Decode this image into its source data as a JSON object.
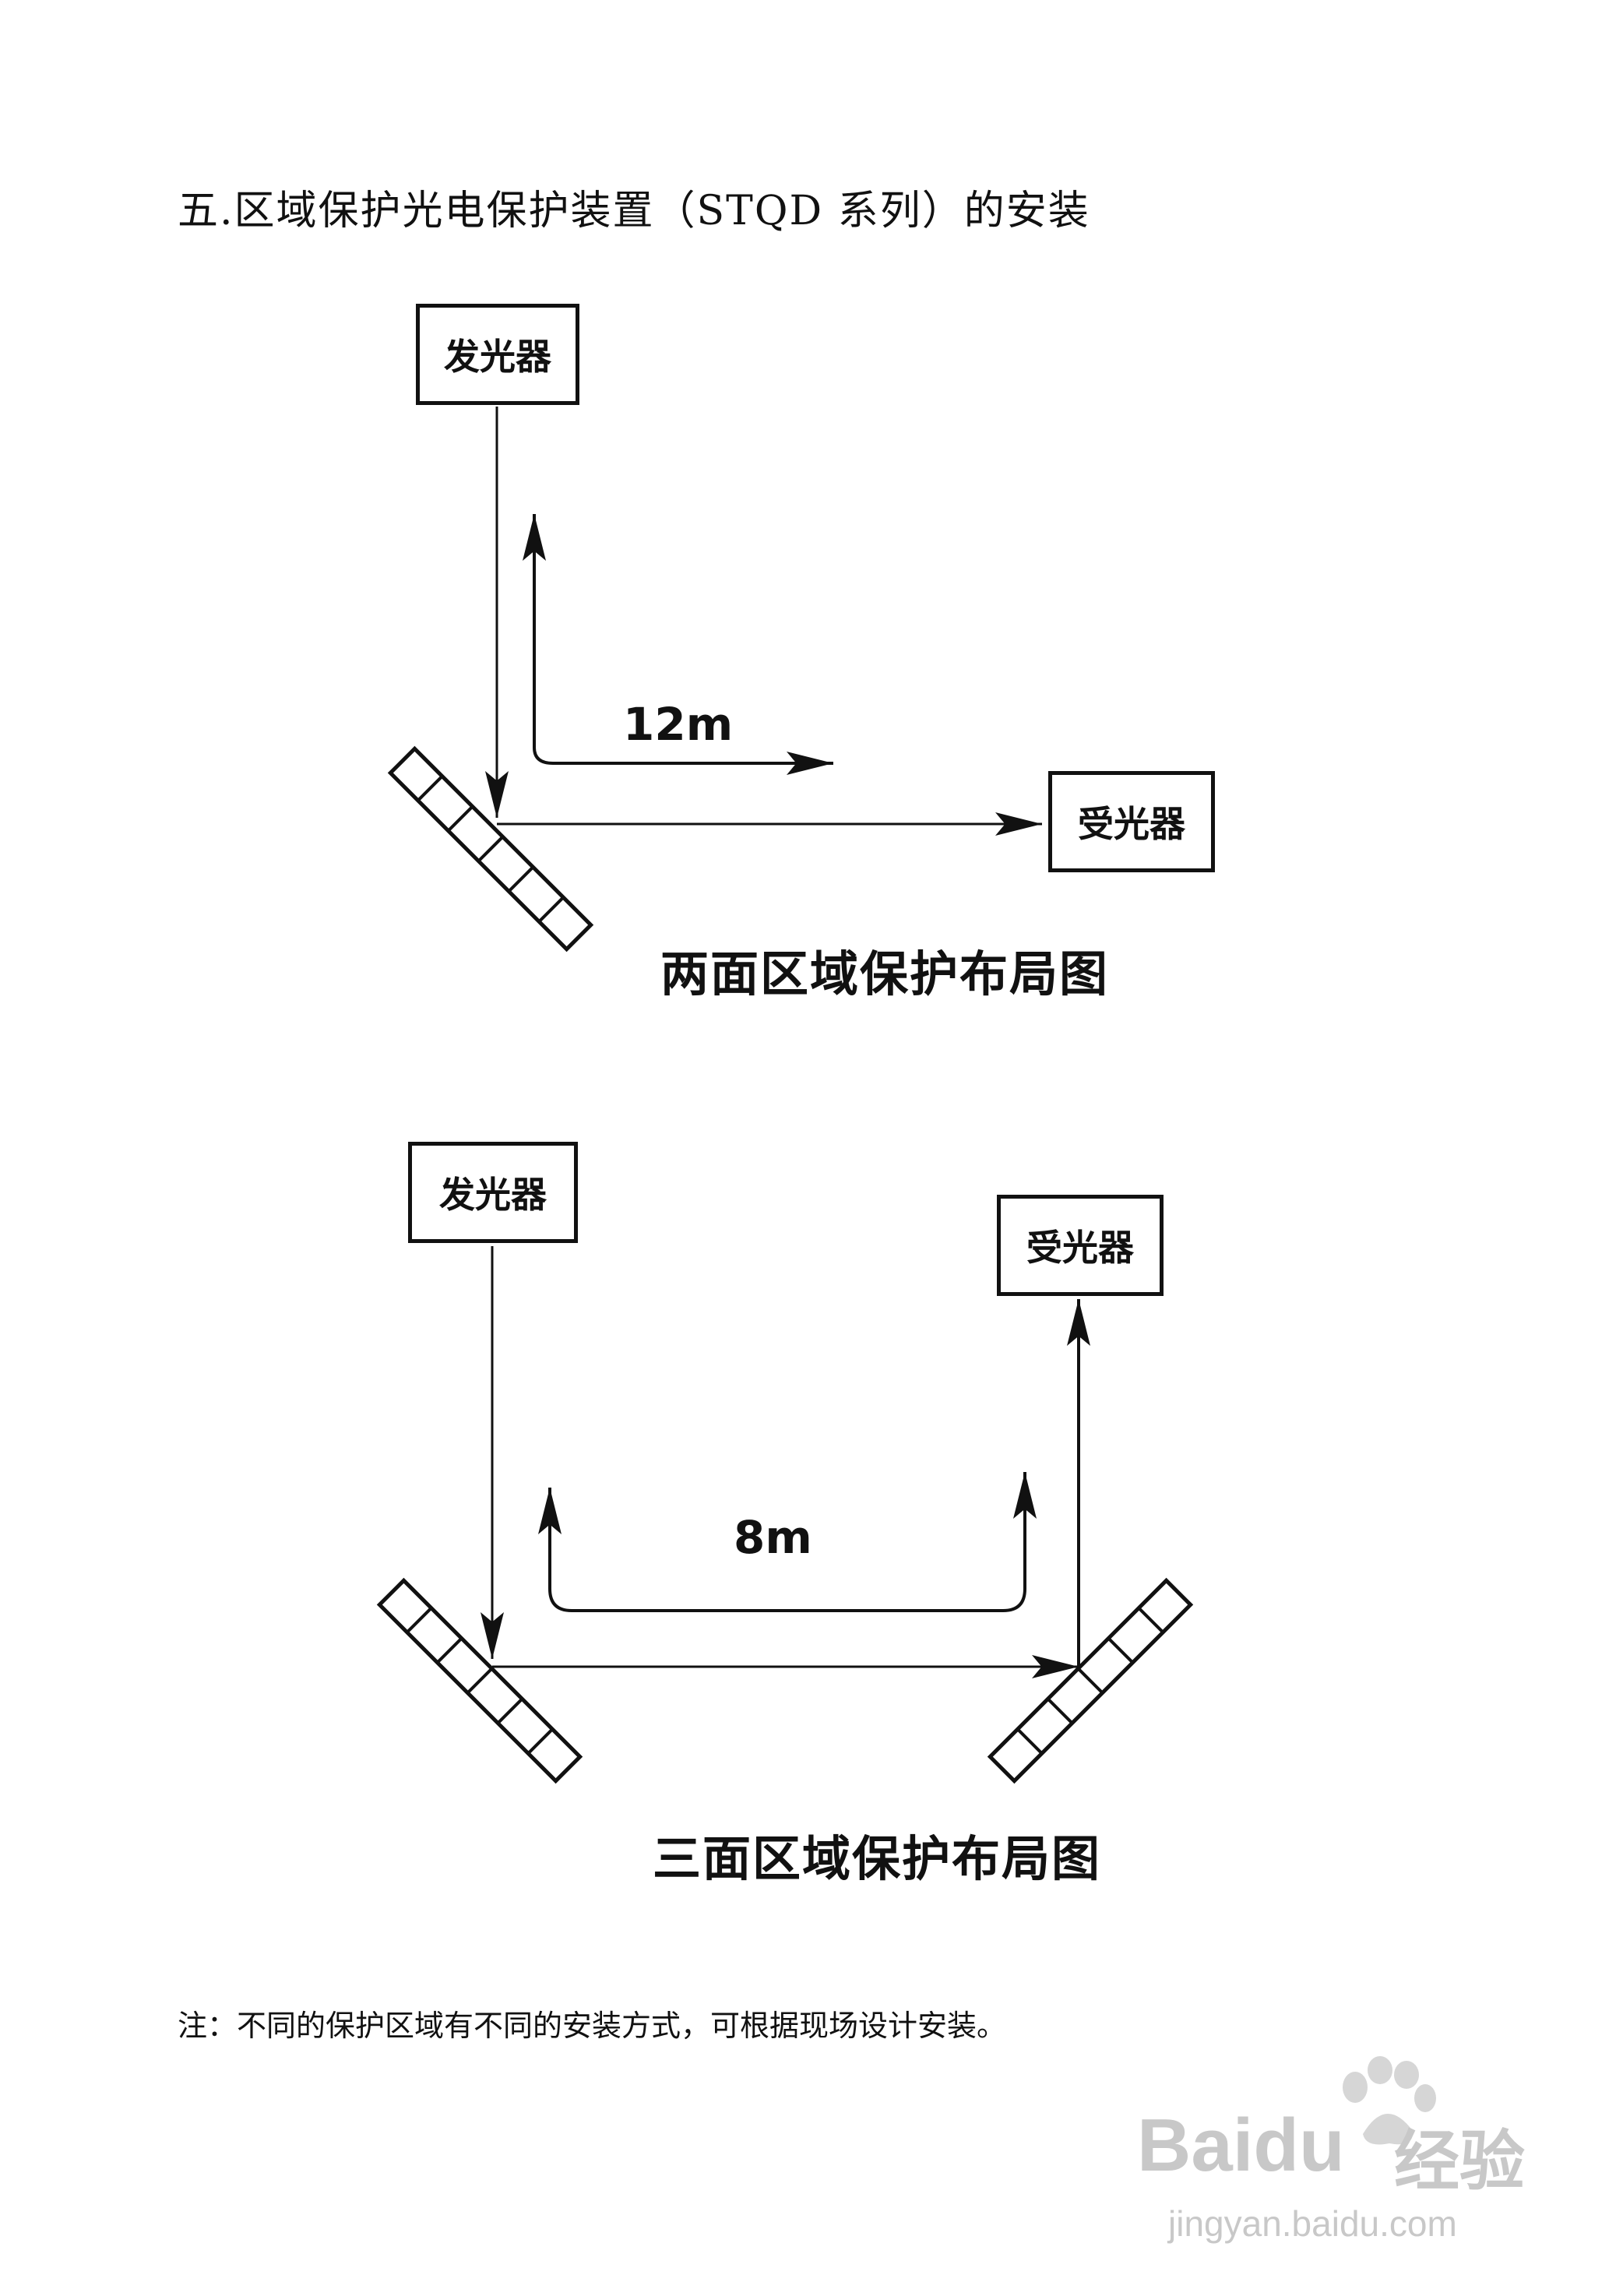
{
  "heading": "五.区域保护光电保护装置（STQD 系列）的安装",
  "diagram1": {
    "emitter": "发光器",
    "receiver": "受光器",
    "distance": "12m",
    "caption": "两面区域保护布局图"
  },
  "diagram2": {
    "emitter": "发光器",
    "receiver": "受光器",
    "distance": "8m",
    "caption": "三面区域保护布局图"
  },
  "note": "注：不同的保护区域有不同的安装方式，可根据现场设计安装。",
  "watermark": {
    "brand": "Bai",
    "brand2": "du",
    "product": "经验",
    "url": "jingyan.baidu.com"
  }
}
